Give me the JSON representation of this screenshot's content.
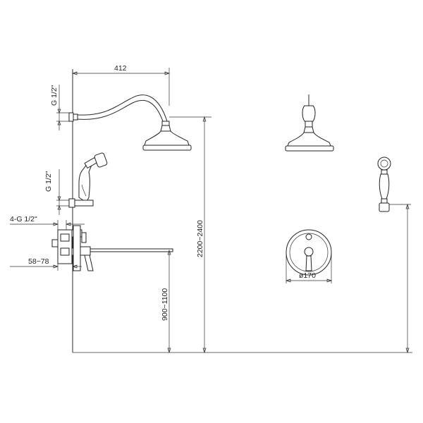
{
  "dimensions": {
    "arm_length": "412",
    "top_connection": "G 1/2\"",
    "hand_connection": "G 1/2\"",
    "mixer_connections": "4-G 1/2\"",
    "wall_depth": "58~78",
    "mixer_height": "900~1100",
    "head_height": "2200~2400",
    "plate_diameter": "ø170"
  },
  "colors": {
    "line": "#2a2a2a",
    "background": "#ffffff"
  }
}
